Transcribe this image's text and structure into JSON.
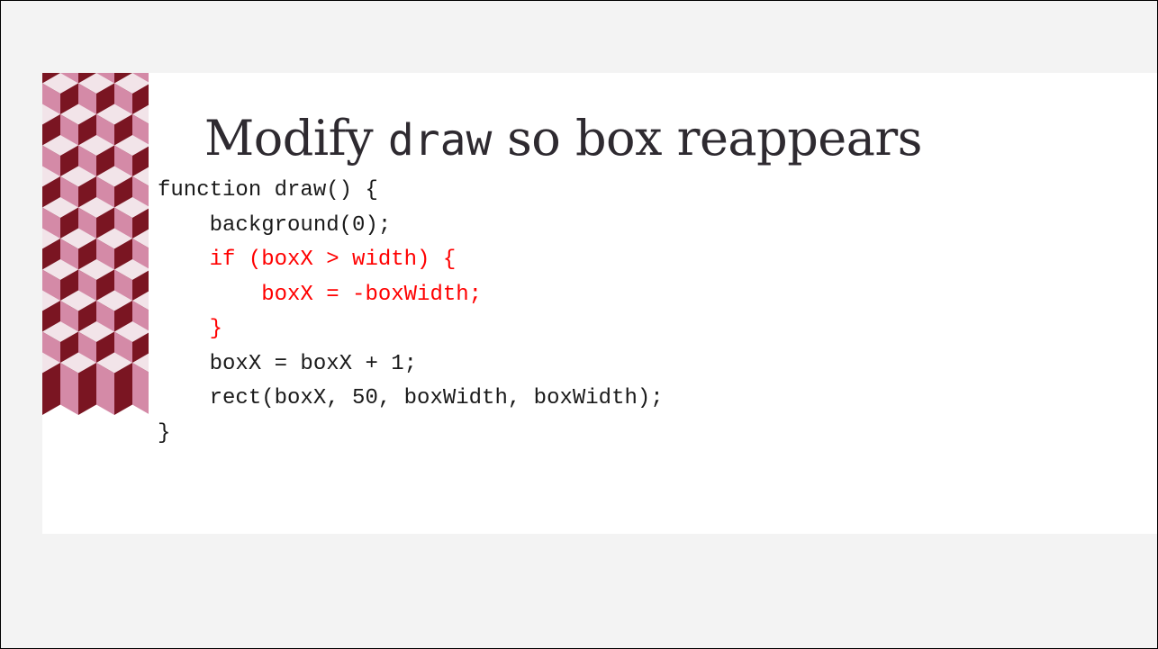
{
  "slide": {
    "title_prefix": "Modify ",
    "title_code": "draw",
    "title_suffix": " so box reappears",
    "code_lines": [
      {
        "text": "function draw() {",
        "highlight": false
      },
      {
        "text": "    background(0);",
        "highlight": false
      },
      {
        "text": "    if (boxX > width) {",
        "highlight": true
      },
      {
        "text": "        boxX = -boxWidth;",
        "highlight": true
      },
      {
        "text": "    }",
        "highlight": true
      },
      {
        "text": "    boxX = boxX + 1;",
        "highlight": false
      },
      {
        "text": "    rect(boxX, 50, boxWidth, boxWidth);",
        "highlight": false
      },
      {
        "text": "}",
        "highlight": false
      }
    ]
  },
  "colors": {
    "frame_background": "#f3f3f3",
    "slide_background": "#ffffff",
    "title_text": "#2e2a30",
    "code_text": "#1a1a1a",
    "code_highlight": "#ff0000",
    "pattern_light": "#f2e4e9",
    "pattern_mid": "#d48aa7",
    "pattern_dark": "#7a1522"
  },
  "decoration": {
    "pattern": "isometric-cube-pattern"
  }
}
